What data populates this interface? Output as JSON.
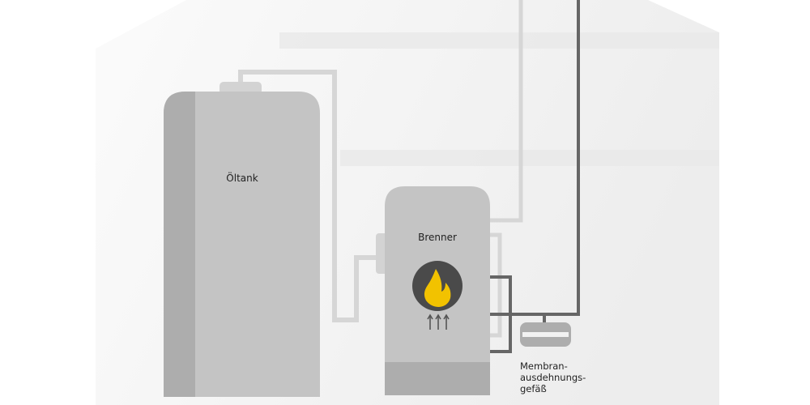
{
  "diagram": {
    "labels": {
      "tank": "Öltank",
      "burner": "Brenner",
      "vessel_line1": "Membran-",
      "vessel_line2": "ausdehnungs-",
      "vessel_line3": "gefäß"
    },
    "colors": {
      "house": "#f3f3f3",
      "band": "#e9e9e9",
      "body": "#c4c4c4",
      "body_dark": "#adadad",
      "pipe_light": "#d6d6d6",
      "pipe_dark": "#666666",
      "flame_bg": "#4a4a4a",
      "flame": "#f2c200"
    }
  }
}
